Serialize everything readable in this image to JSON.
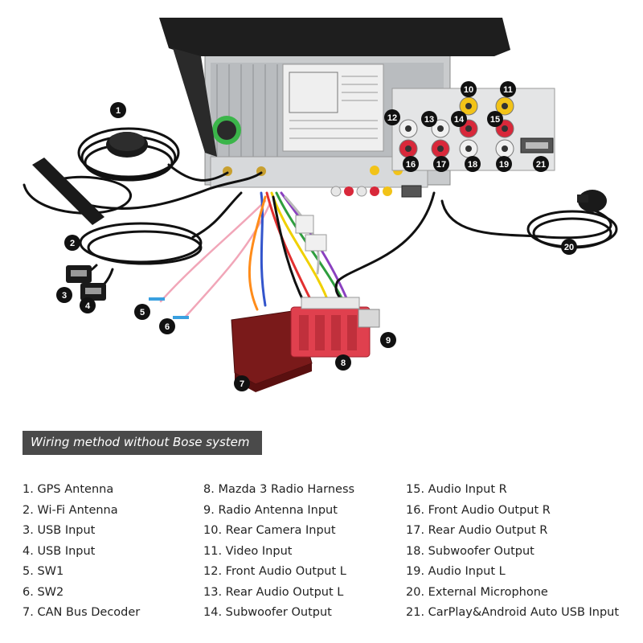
{
  "callouts": [
    "1",
    "2",
    "3",
    "4",
    "5",
    "6",
    "7",
    "8",
    "9",
    "10",
    "11",
    "12",
    "13",
    "14",
    "15",
    "16",
    "17",
    "18",
    "19",
    "20",
    "21"
  ],
  "section_title": "Wiring method without Bose system",
  "legend": {
    "col1": [
      "1. GPS Antenna",
      "2. Wi-Fi Antenna",
      "3. USB Input",
      "4. USB Input",
      "5. SW1",
      "6. SW2",
      "7. CAN Bus Decoder"
    ],
    "col2": [
      "8. Mazda 3 Radio Harness",
      "9. Radio Antenna Input",
      "10. Rear Camera Input",
      "11. Video Input",
      "12. Front Audio Output L",
      "13. Rear Audio Output L",
      "14. Subwoofer Output"
    ],
    "col3": [
      "15. Audio Input R",
      "16. Front Audio Output R",
      "17. Rear Audio Output R",
      "18. Subwoofer Output",
      "19. Audio Input L",
      "20. External Microphone",
      "21. CarPlay&Android Auto USB Input"
    ]
  },
  "colors": {
    "red": "#d8283a",
    "yellow": "#f2c318",
    "black": "#111111",
    "decoder": "#7a1a1a",
    "harness": "#e0404e"
  }
}
